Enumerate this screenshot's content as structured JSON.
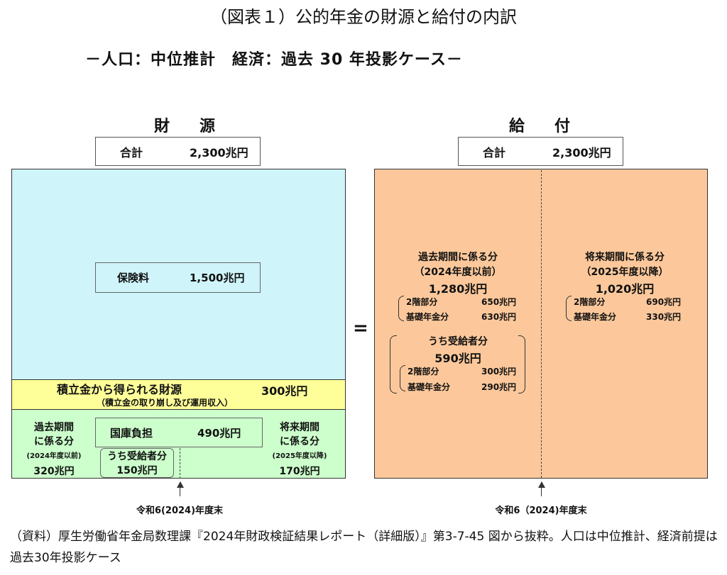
{
  "title": "（図表１）公的年金の財源と給付の内訳",
  "subtitle": "－人口：中位推計　経済：過去 30 年投影ケース－",
  "left": {
    "heading": "財　源",
    "total_label": "合計",
    "total_value": "2,300兆円",
    "premium_label": "保険料",
    "premium_value": "1,500兆円",
    "reserve_label": "積立金から得られる財源",
    "reserve_value": "300兆円",
    "reserve_note": "（積立金の取り崩し及び運用収入）",
    "past_label_1": "過去期間",
    "past_label_2": "に係る分",
    "past_note": "(2024年度以前)",
    "past_value": "320兆円",
    "national_label": "国庫負担",
    "national_value": "490兆円",
    "recipient_label": "うち受給者分",
    "recipient_value": "150兆円",
    "future_label_1": "将来期間",
    "future_label_2": "に係る分",
    "future_note": "(2025年度以降)",
    "future_value": "170兆円",
    "marker": "令和6(2024)年度末"
  },
  "equals": "=",
  "right": {
    "heading": "給　付",
    "total_label": "合計",
    "total_value": "2,300兆円",
    "past": {
      "label": "過去期間に係る分",
      "note": "（2024年度以前）",
      "value": "1,280兆円",
      "tier2_label": "2階部分",
      "tier2_value": "650兆円",
      "basic_label": "基礎年金分",
      "basic_value": "630兆円"
    },
    "recipient": {
      "label": "うち受給者分",
      "value": "590兆円",
      "tier2_label": "2階部分",
      "tier2_value": "300兆円",
      "basic_label": "基礎年金分",
      "basic_value": "290兆円"
    },
    "future": {
      "label": "将来期間に係る分",
      "note": "（2025年度以降）",
      "value": "1,020兆円",
      "tier2_label": "2階部分",
      "tier2_value": "690兆円",
      "basic_label": "基礎年金分",
      "basic_value": "330兆円"
    },
    "marker": "令和6（2024)年度末"
  },
  "footnote": "（資料）厚生労働省年金局数理課『2024年財政検証結果レポート（詳細版）』第3-7-45 図から抜粋。人口は中位推計、経済前提は過去30年投影ケース",
  "colors": {
    "premium": "#cff5fb",
    "reserve": "#ffff99",
    "national": "#ccffcc",
    "benefit": "#fcc89b"
  }
}
